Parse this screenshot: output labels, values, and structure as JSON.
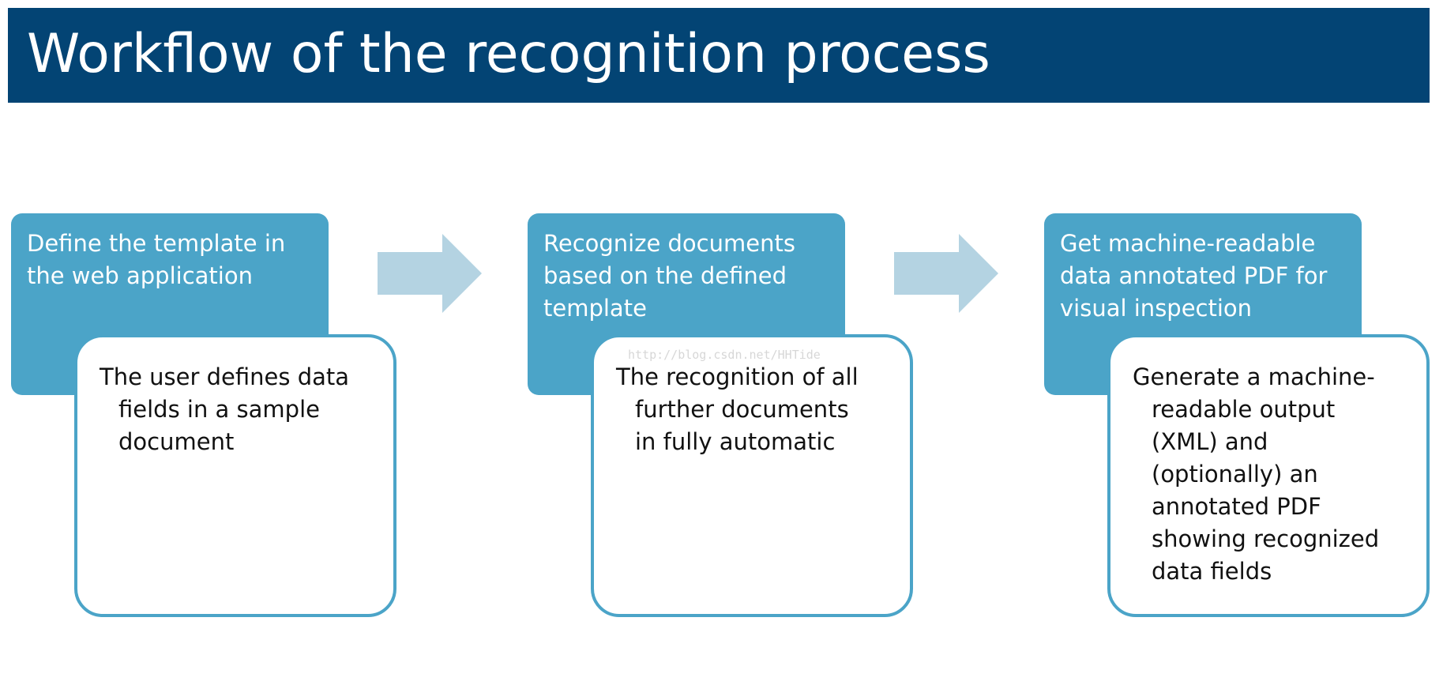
{
  "title": "Workflow of the recognition process",
  "colors": {
    "title_bar": "#034474",
    "step_head": "#4ba4c8",
    "arrow": "#b4d3e2",
    "body_border": "#4ba4c8"
  },
  "steps": [
    {
      "head_lines": [
        "Define the template in",
        "the web application"
      ],
      "body_lines": [
        "The user defines data",
        "fields in a sample",
        "document"
      ]
    },
    {
      "head_lines": [
        "Recognize documents",
        "based on the defined",
        "template"
      ],
      "body_lines": [
        "The recognition of all",
        "further documents",
        "in fully automatic"
      ]
    },
    {
      "head_lines": [
        "Get machine-readable",
        "data annotated PDF for",
        "visual inspection"
      ],
      "body_lines": [
        "Generate a machine-",
        "readable output",
        "(XML) and",
        "(optionally) an",
        "annotated PDF",
        "showing recognized",
        "data fields"
      ]
    }
  ],
  "arrows": [
    {
      "icon": "right-arrow-icon"
    },
    {
      "icon": "right-arrow-icon"
    }
  ],
  "watermark": "http://blog.csdn.net/HHTide"
}
